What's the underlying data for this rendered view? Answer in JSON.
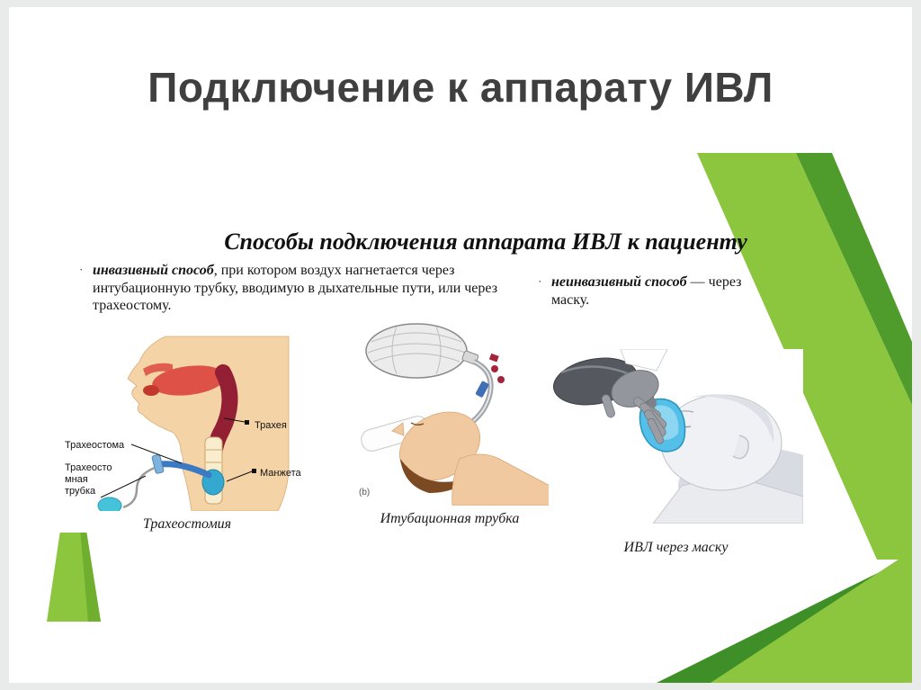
{
  "slide": {
    "title": "Подключение к аппарату ИВЛ",
    "subtitle": "Способы подключения аппарата ИВЛ к пациенту",
    "bullet_char": "·",
    "bullets": [
      {
        "lead": "инвазивный способ",
        "rest": ", при котором воздух нагнетается через интубационную трубку, вводимую в дыхательные пути, или через трахеостому."
      },
      {
        "lead": "неинвазивный способ",
        "rest": " — через маску."
      }
    ],
    "figures": [
      {
        "caption": "Трахеостомия",
        "labels": {
          "trachea": "Трахея",
          "stoma": "Трахеостома",
          "tube_line1": "Трахеосто",
          "tube_line2": "мная",
          "tube_line3": "трубка",
          "cuff": "Манжета"
        }
      },
      {
        "caption": "Итубационная трубка",
        "labels": {
          "sub": "(b)"
        }
      },
      {
        "caption": "ИВЛ через маску",
        "labels": {}
      }
    ],
    "colors": {
      "accent_green_light": "#8cc63e",
      "accent_green_dark": "#4f9b2c",
      "title_text": "#3f3f3f",
      "canvas_background": "#e9eaea"
    }
  }
}
